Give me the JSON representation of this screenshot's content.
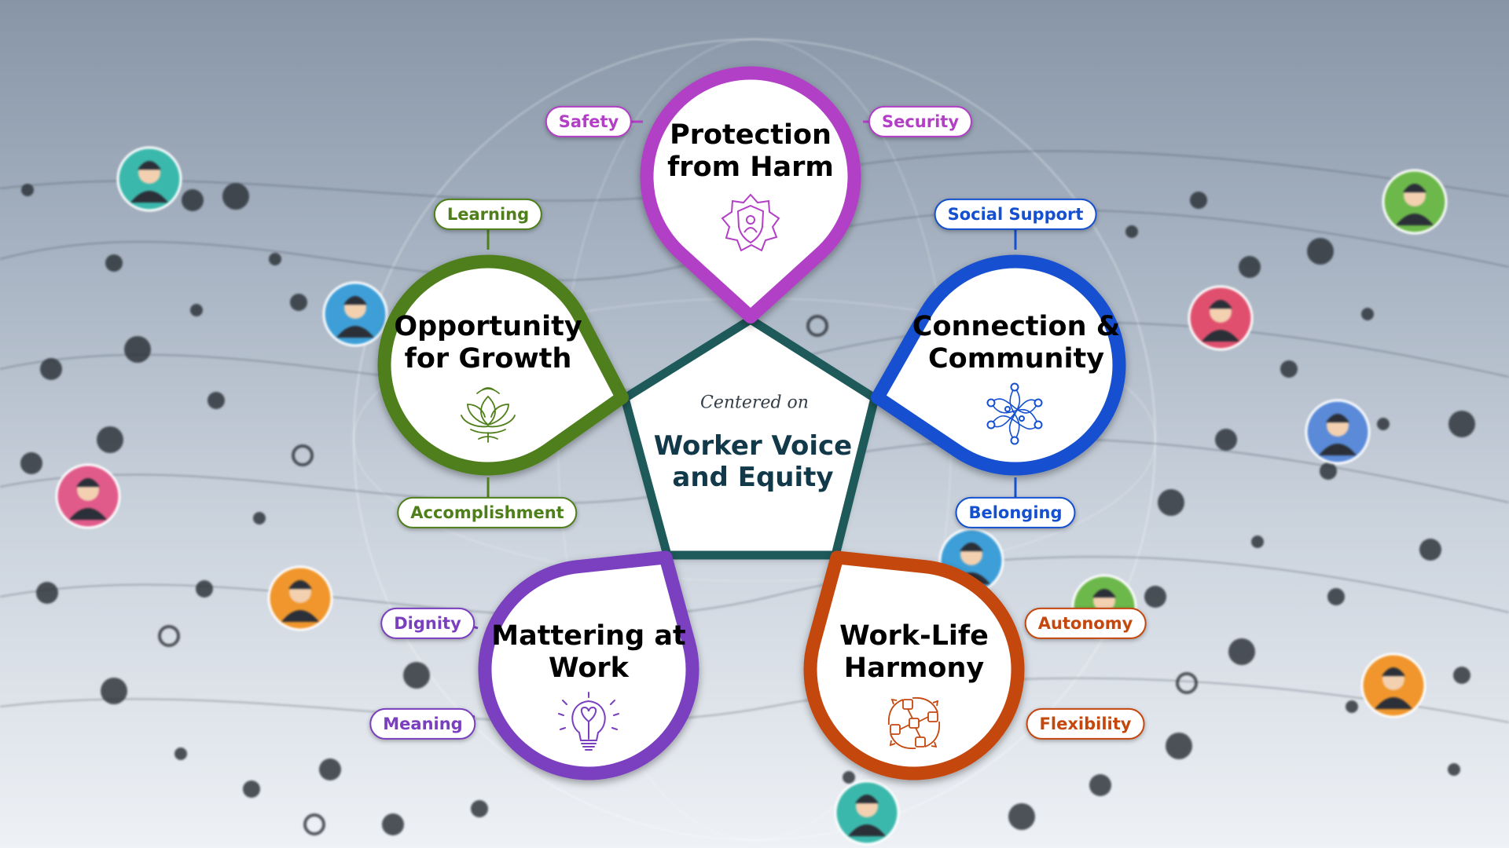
{
  "center": {
    "caption": "Centered on",
    "title": "Worker Voice and Equity"
  },
  "pillars": [
    {
      "title": "Protection from Harm",
      "color": "#b23fc6",
      "icon": "shield-person-icon",
      "tags": [
        "Safety",
        "Security"
      ]
    },
    {
      "title": "Connection & Community",
      "color": "#1450cf",
      "icon": "network-icon",
      "tags": [
        "Social Support",
        "Belonging"
      ]
    },
    {
      "title": "Work-Life Harmony",
      "color": "#c4470e",
      "icon": "pinwheel-icon",
      "tags": [
        "Autonomy",
        "Flexibility"
      ]
    },
    {
      "title": "Mattering at Work",
      "color": "#7a3fbf",
      "icon": "lightbulb-heart-icon",
      "tags": [
        "Dignity",
        "Meaning"
      ]
    },
    {
      "title": "Opportunity for Growth",
      "color": "#4f7f1a",
      "icon": "lotus-icon",
      "tags": [
        "Learning",
        "Accomplishment"
      ]
    }
  ],
  "colors": {
    "pentagon_edge": "#1e5a5a",
    "center_text": "#12394a"
  }
}
